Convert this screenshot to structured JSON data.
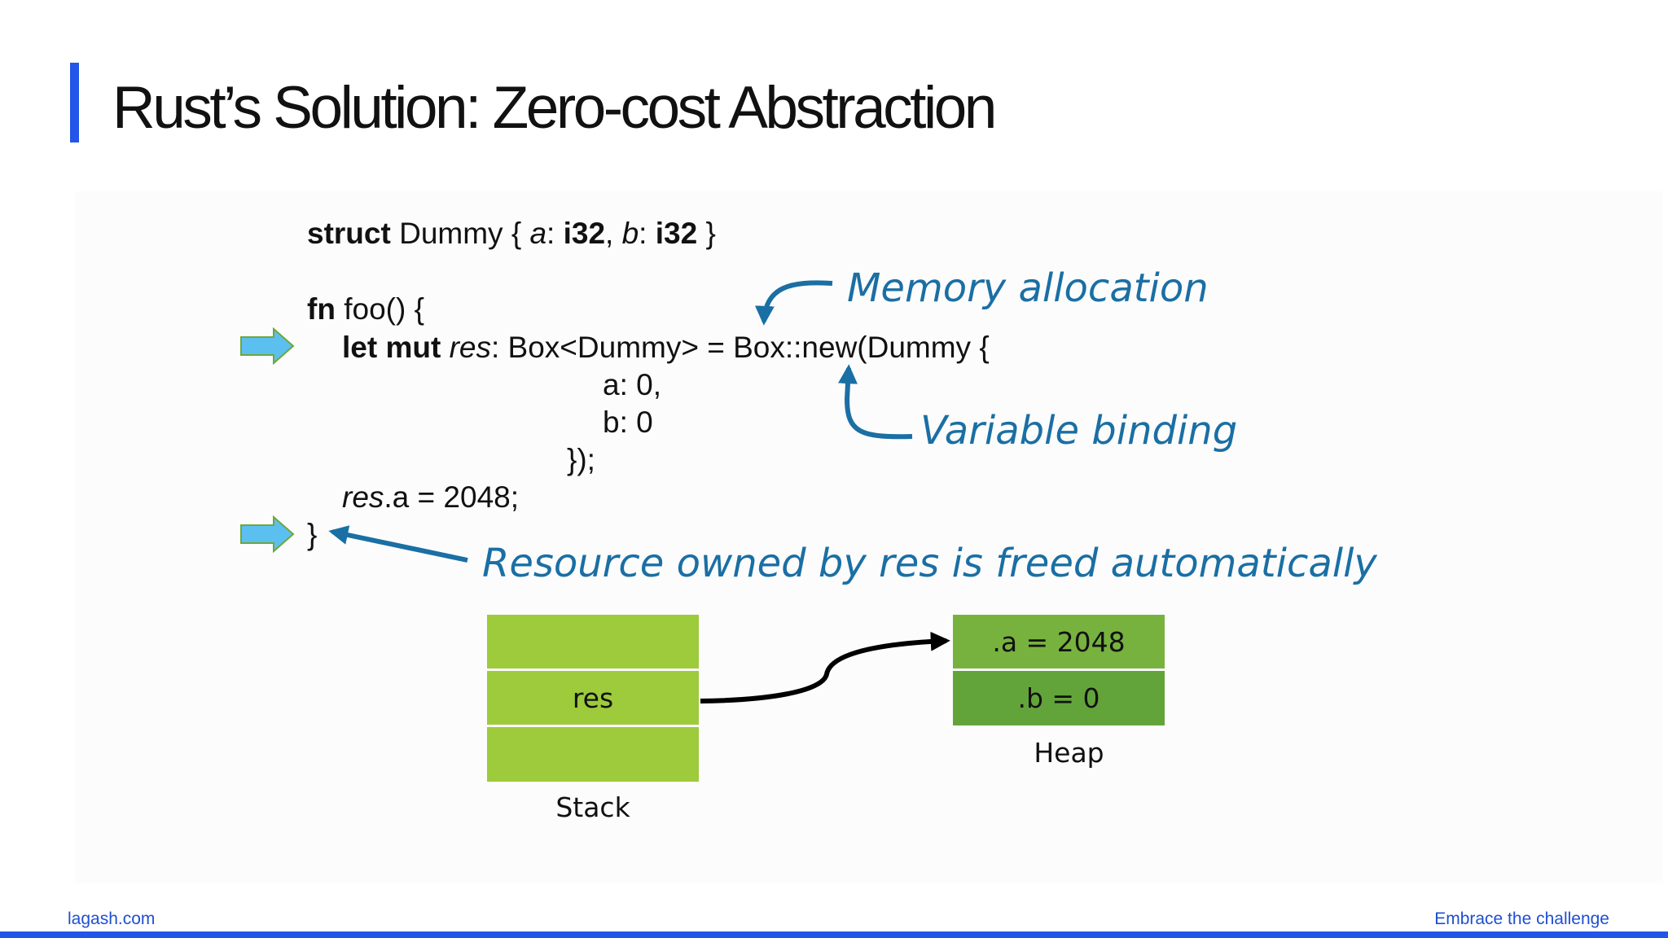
{
  "slide": {
    "title": "Rust’s Solution: Zero-cost Abstraction",
    "accent_color": "#2255e8",
    "annotation_color": "#1a6fa4",
    "arrow_icon_color": "#5bc0f0"
  },
  "code": {
    "line1": {
      "kw": "struct",
      "t1": " Dummy { ",
      "a": "a",
      "t2": ": ",
      "ty1": "i32",
      "t3": ", ",
      "b": "b",
      "t4": ": ",
      "ty2": "i32",
      "t5": " }"
    },
    "line2": {
      "kw": "fn",
      "rest": " foo() {"
    },
    "line3": {
      "kw": "let mut",
      "sp": " ",
      "var": "res",
      "rest": ": Box<Dummy> = Box::new(Dummy {"
    },
    "line4": "a: 0,",
    "line5": "b: 0",
    "line6": "});",
    "line7": {
      "var": "res",
      "rest": ".a = 2048;"
    },
    "line8": "}"
  },
  "annotations": {
    "memory_allocation": "Memory allocation",
    "variable_binding": "Variable binding",
    "freed": "Resource owned by res is freed automatically"
  },
  "diagram": {
    "stack_cells": [
      "",
      "res",
      ""
    ],
    "stack_label": "Stack",
    "heap_cells": [
      ".a = 2048",
      ".b = 0"
    ],
    "heap_label": "Heap",
    "stack_color": "#9dcb3b",
    "heap_colors": [
      "#77b23f",
      "#63a43a"
    ]
  },
  "footer": {
    "left": "lagash.com",
    "right": "Embrace the challenge"
  }
}
